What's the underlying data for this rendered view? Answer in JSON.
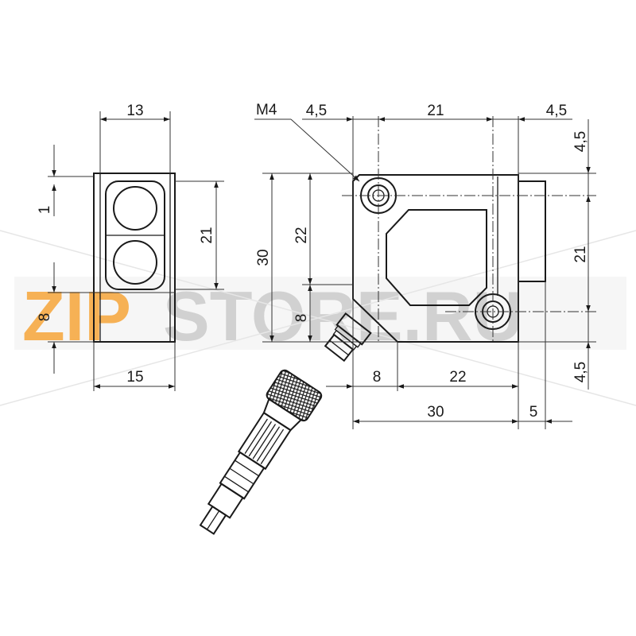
{
  "watermark": {
    "left": "ZIP",
    "right": "STORE.RU"
  },
  "front_view": {
    "dims": {
      "width_top": "13",
      "width_bottom": "15",
      "height_window": "21",
      "offset_top": "1",
      "offset_bottom": "8"
    }
  },
  "side_view": {
    "thread_label": "M4",
    "dims": {
      "top_left": "4,5",
      "top_mid": "21",
      "top_right": "4,5",
      "right_top": "4,5",
      "right_mid": "21",
      "right_bottom": "4,5",
      "height_total": "30",
      "height_inner": "22",
      "connector_h": "8",
      "bottom_left": "8",
      "bottom_mid": "22",
      "bottom_total": "30",
      "bottom_ext": "5"
    }
  },
  "colors": {
    "line": "#1a1a1a",
    "watermark_orange": "#f6a53a",
    "watermark_gray": "#c9c9c9"
  }
}
